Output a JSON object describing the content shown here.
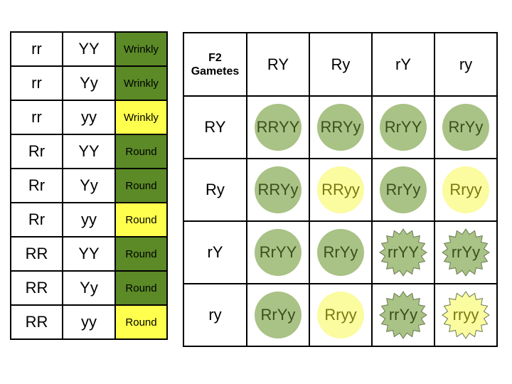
{
  "genotype_table": [
    {
      "r": "rr",
      "y": "YY",
      "phenotype": "Wrinkly",
      "color": "#5b8a26"
    },
    {
      "r": "rr",
      "y": "Yy",
      "phenotype": "Wrinkly",
      "color": "#5b8a26"
    },
    {
      "r": "rr",
      "y": "yy",
      "phenotype": "Wrinkly",
      "color": "#ffff4d"
    },
    {
      "r": "Rr",
      "y": "YY",
      "phenotype": "Round",
      "color": "#5b8a26"
    },
    {
      "r": "Rr",
      "y": "Yy",
      "phenotype": "Round",
      "color": "#5b8a26"
    },
    {
      "r": "Rr",
      "y": "yy",
      "phenotype": "Round",
      "color": "#ffff4d"
    },
    {
      "r": "RR",
      "y": "YY",
      "phenotype": "Round",
      "color": "#5b8a26"
    },
    {
      "r": "RR",
      "y": "Yy",
      "phenotype": "Round",
      "color": "#5b8a26"
    },
    {
      "r": "RR",
      "y": "yy",
      "phenotype": "Round",
      "color": "#ffff4d"
    }
  ],
  "punnett": {
    "corner_label_line1": "F2",
    "corner_label_line2": "Gametes",
    "column_gametes": [
      "RY",
      "Ry",
      "rY",
      "ry"
    ],
    "rows": [
      {
        "gamete": "RY",
        "cells": [
          {
            "genotype": "RRYY",
            "shape": "circle",
            "color": "green"
          },
          {
            "genotype": "RRYy",
            "shape": "circle",
            "color": "green"
          },
          {
            "genotype": "RrYY",
            "shape": "circle",
            "color": "green"
          },
          {
            "genotype": "RrYy",
            "shape": "circle",
            "color": "green"
          }
        ]
      },
      {
        "gamete": "Ry",
        "cells": [
          {
            "genotype": "RRYy",
            "shape": "circle",
            "color": "green"
          },
          {
            "genotype": "RRyy",
            "shape": "circle",
            "color": "yellow"
          },
          {
            "genotype": "RrYy",
            "shape": "circle",
            "color": "green"
          },
          {
            "genotype": "Rryy",
            "shape": "circle",
            "color": "yellow"
          }
        ]
      },
      {
        "gamete": "rY",
        "cells": [
          {
            "genotype": "RrYY",
            "shape": "circle",
            "color": "green"
          },
          {
            "genotype": "RrYy",
            "shape": "circle",
            "color": "green"
          },
          {
            "genotype": "rrYY",
            "shape": "star",
            "color": "green"
          },
          {
            "genotype": "rrYy",
            "shape": "star",
            "color": "green"
          }
        ]
      },
      {
        "gamete": "ry",
        "cells": [
          {
            "genotype": "RrYy",
            "shape": "circle",
            "color": "green"
          },
          {
            "genotype": "Rryy",
            "shape": "circle",
            "color": "yellow"
          },
          {
            "genotype": "rrYy",
            "shape": "star",
            "color": "green"
          },
          {
            "genotype": "rryy",
            "shape": "star",
            "color": "yellow"
          }
        ]
      }
    ]
  },
  "colors": {
    "green_fill": "#a9c285",
    "green_text": "#3b4f1c",
    "yellow_fill": "#fbfba0",
    "yellow_text": "#7a7a10",
    "star_stroke": "#6a7a52"
  }
}
